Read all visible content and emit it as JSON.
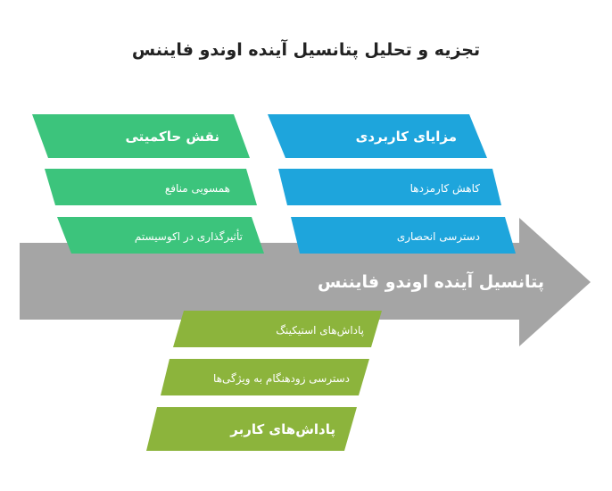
{
  "title": "تجزیه و تحلیل پتانسیل آینده اوندو فایننس",
  "spine": {
    "label": "پتانسیل آینده اوندو فایننس",
    "color": "#a5a5a5"
  },
  "groups": {
    "governance": {
      "heading": "نقش حاکمیتی",
      "color": "#3cc47c",
      "items": [
        "همسویی منافع",
        "تأثیرگذاری در اکوسیستم"
      ]
    },
    "utility": {
      "heading": "مزایای کاربردی",
      "color": "#1ea5dc",
      "items": [
        "کاهش کارمزدها",
        "دسترسی انحصاری"
      ]
    },
    "rewards": {
      "heading": "پاداش‌های کاربر",
      "color": "#8cb43c",
      "items": [
        "پاداش‌های استیکینگ",
        "دسترسی زودهنگام به ویژگی‌ها"
      ]
    }
  }
}
